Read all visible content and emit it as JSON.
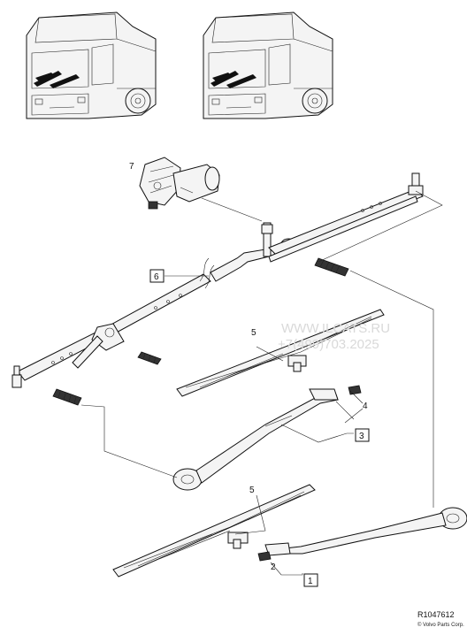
{
  "callouts": {
    "c1": "1",
    "c2": "2",
    "c3": "3",
    "c4": "4",
    "c5a": "5",
    "c5b": "5",
    "c6": "6",
    "c7": "7"
  },
  "watermark": {
    "line1": "WWW.ILCATS.RU",
    "line2": "+7(499)703.2025"
  },
  "reference": {
    "code": "R1047612",
    "copyright": "© Volvo Parts Corp."
  }
}
